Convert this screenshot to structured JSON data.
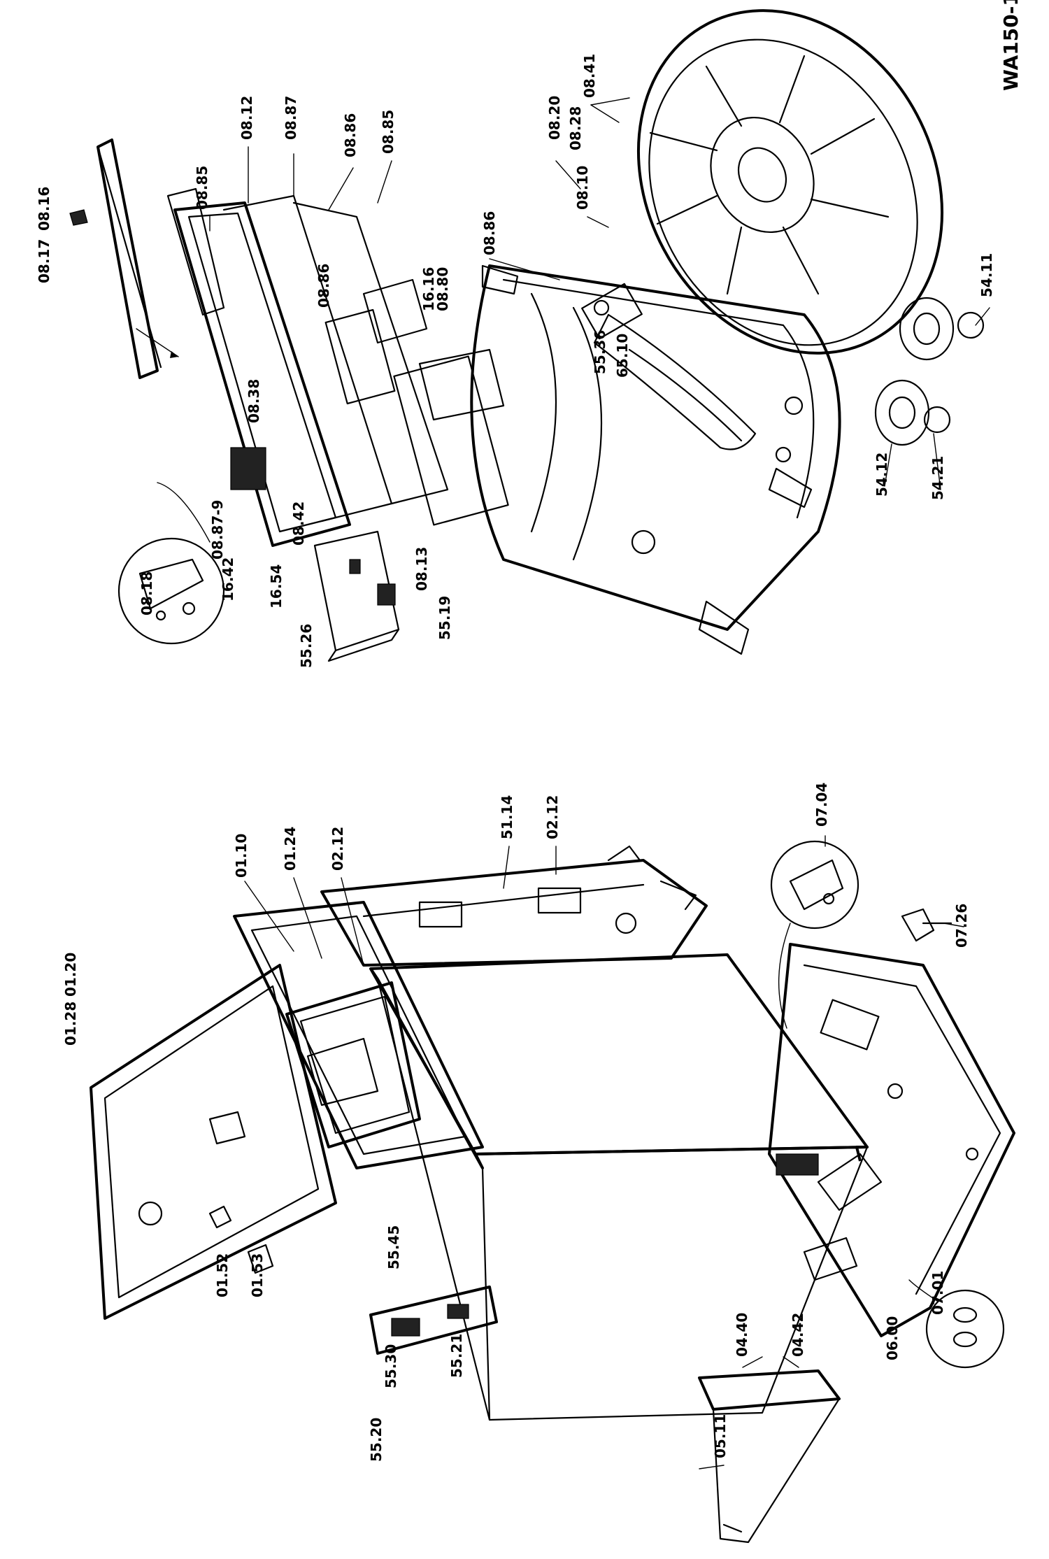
{
  "diagram": {
    "reference_code": "WA150-1",
    "left_group": {
      "labels": [
        "01.28",
        "01.20",
        "01.10",
        "01.24",
        "02.12",
        "51.14",
        "02.12",
        "07.04",
        "07.26",
        "01.52",
        "01.53",
        "55.45",
        "55.30",
        "55.20",
        "55.21",
        "04.40",
        "04.42",
        "06.00",
        "07.01",
        "05.11"
      ]
    },
    "right_group": {
      "labels": [
        "08.17",
        "08.16",
        "08.85",
        "08.12",
        "08.87",
        "08.86",
        "08.85",
        "08.86",
        "08.20",
        "08.41",
        "08.28",
        "08.10",
        "08.86",
        "16.16",
        "08.80",
        "08.18",
        "08.87-9",
        "08.38",
        "16.42",
        "16.54",
        "08.42",
        "08.13",
        "55.26",
        "55.19",
        "55.36",
        "65.10",
        "54.12",
        "54.21",
        "54.11"
      ]
    }
  }
}
